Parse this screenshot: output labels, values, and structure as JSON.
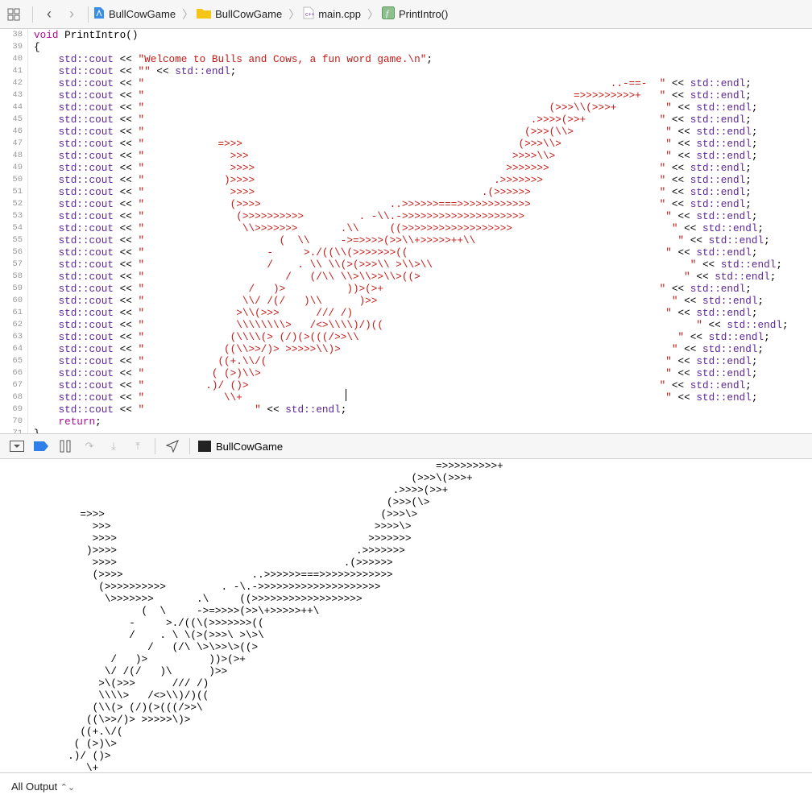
{
  "breadcrumb": {
    "project": "BullCowGame",
    "folder": "BullCowGame",
    "file": "main.cpp",
    "symbol": "PrintIntro()"
  },
  "code": {
    "first_line_number": 38,
    "signature_keyword": "void",
    "signature_name": "PrintIntro()",
    "open_brace": "{",
    "welcome_string": "\"Welcome to Bulls and Cows, a fun word game.\\n\"",
    "empty_string": "\"\"",
    "cout": "std::cout",
    "op": "<<",
    "endl": "std::endl",
    "return_keyword": "return",
    "close_brace": "}",
    "art_lines": [
      "                                                                            ..-==-",
      "                                                                      =>>>>>>>>>+",
      "                                                                  (>>>\\(>>>+",
      "                                                               .>>>>(>>+",
      "                                                              (>>>(\\>",
      "            =>>>                                             (>>>\\>",
      "              >>>                                           >>>>\\>",
      "              >>>>                                         >>>>>>>",
      "             )>>>>                                       .>>>>>>>",
      "              >>>>                                     .(>>>>>>",
      "              (>>>>                     ..>>>>>>===>>>>>>>>>>>>",
      "               (>>>>>>>>>>         . -\\.->>>>>>>>>>>>>>>>>>>>",
      "                \\>>>>>>>       .\\     ((>>>>>>>>>>>>>>>>>>",
      "                      (  \\     ->=>>>>(>>\\+>>>>>++\\",
      "                    -     >./((\\(>>>>>>>((",
      "                    /    . \\ \\(>(>>>\\ >\\>\\",
      "                       /   (/\\ \\>\\>>\\>((>",
      "                 /   )>          ))>(>+",
      "                \\/ /(/   )\\      )>>",
      "               >\\(>>>      /// /)",
      "               \\\\\\\\>   /<>\\\\)/)((",
      "              (\\\\(> (/)(>(((/>>\\",
      "             ((\\>>/)> >>>>>\\)>",
      "            ((+.\\/(",
      "           ( (>)\\>",
      "          .)/ ()>",
      "             \\+"
    ],
    "last_string": "\"                  \""
  },
  "debug": {
    "process_name": "BullCowGame"
  },
  "console": {
    "filter_label": "All Output"
  }
}
